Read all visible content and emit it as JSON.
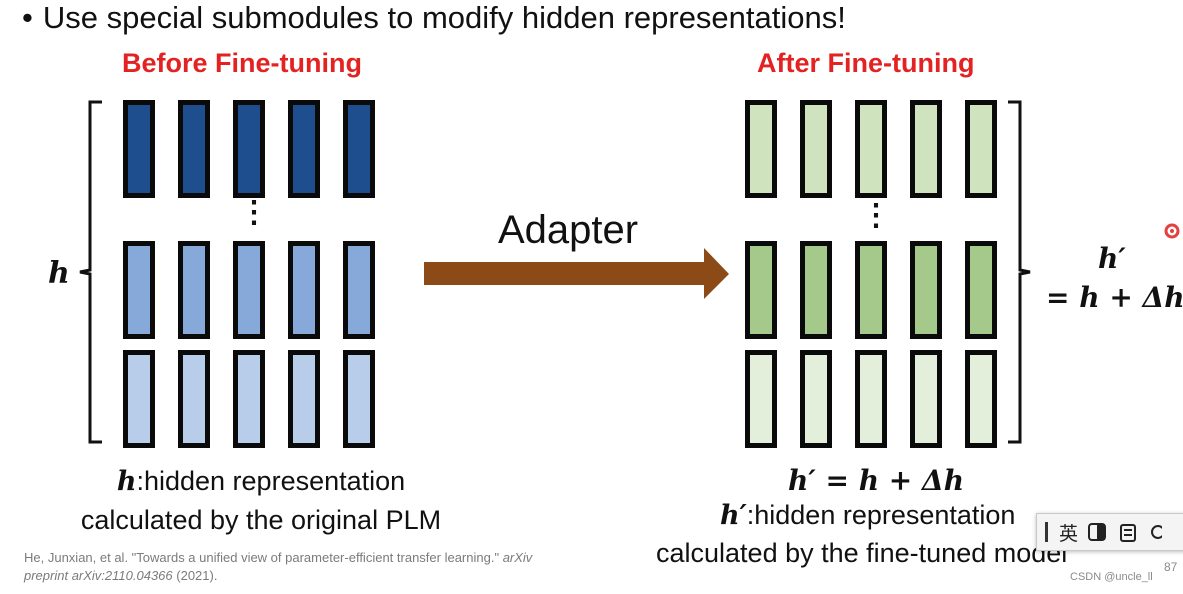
{
  "slide": {
    "bullet_glyph": "•",
    "bullet_text": "Use special submodules to modify hidden representations!",
    "before_title": "Before Fine-tuning",
    "after_title": "After Fine-tuning",
    "adapter_label": "Adapter",
    "h_label": "h",
    "right_formula_line1": "h′",
    "right_formula_line2": "= h + Δh",
    "left_caption_math": "h",
    "left_caption_line1": ":hidden representation",
    "left_caption_line2": "calculated by the original PLM",
    "right_caption_formula": "h′ = h + Δh",
    "right_caption_math": "h′",
    "right_caption_line1": ":hidden representation",
    "right_caption_line2": "calculated by the fine-tuned model",
    "ellipsis": "⋮",
    "citation_line1_plain": "He, Junxian, et al. \"Towards a unified view of parameter-efficient transfer learning.\"",
    "citation_line1_italic": "arXiv",
    "citation_line2_italic": "preprint arXiv:2110.04366",
    "citation_line2_plain": "(2021).",
    "page_number": "87",
    "watermark": "CSDN @uncle_ll"
  },
  "ime_toolbar": {
    "lang_label": "英"
  },
  "colors": {
    "title_red": "#e32222",
    "left_top": "#1f4e8f",
    "left_mid": "#86a9da",
    "left_bot": "#b7cdea",
    "right_top": "#cfe3bf",
    "right_mid": "#a4c98a",
    "right_bot": "#e3eedb",
    "arrow": "#8b4a16"
  }
}
